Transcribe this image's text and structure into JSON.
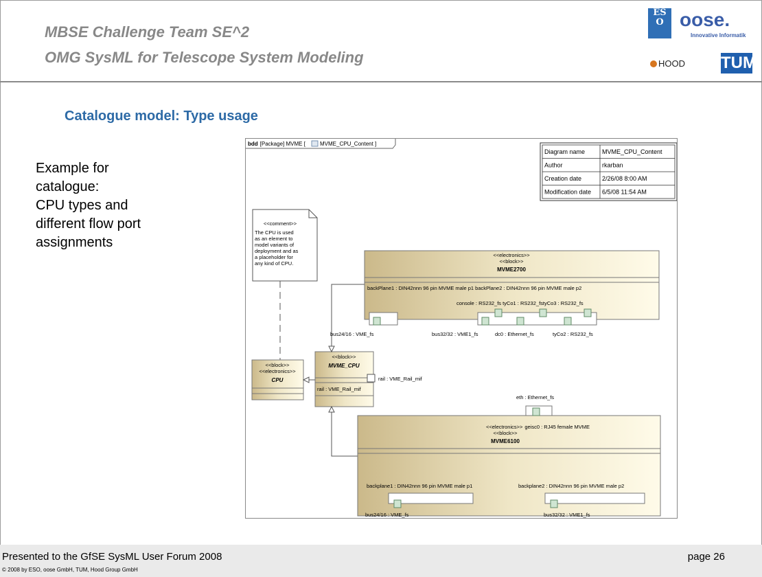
{
  "header": {
    "title_line1": "MBSE Challenge Team SE^2",
    "title_line2": "OMG SysML for Telescope System Modeling",
    "logos": {
      "eso": "ES O",
      "oose": "oose.",
      "oose_sub": "Innovative Informatik",
      "hood": "HOOD",
      "tum": "TUM"
    }
  },
  "section_title": "Catalogue model: Type usage",
  "left_text": [
    "Example for",
    "catalogue:",
    "CPU types and",
    "different flow port",
    "assignments"
  ],
  "diagram": {
    "frame_label_bold": "bdd",
    "frame_label_rest": "[Package] MVME [",
    "frame_label_name": "MVME_CPU_Content ]",
    "info_table": [
      [
        "Diagram name",
        "MVME_CPU_Content"
      ],
      [
        "Author",
        "rkarban"
      ],
      [
        "Creation date",
        "2/26/08 8:00 AM"
      ],
      [
        "Modification date",
        "6/5/08 11:54 AM"
      ]
    ],
    "comment": {
      "stereotype": "<<comment>>",
      "lines": [
        "The CPU is used",
        "as an element to",
        "model variants of",
        "deployment and as",
        "a placeholder for",
        "any kind of CPU."
      ]
    },
    "cpu": {
      "st1": "<<block>>",
      "st2": "<<electronics>>",
      "name": "CPU"
    },
    "mvme_cpu": {
      "st1": "<<block>>",
      "name": "MVME_CPU",
      "attr": "rail : VME_Rail_mif",
      "port": "rail : VME_Rail_mif"
    },
    "mvme2700": {
      "st1": "<<electronics>>",
      "st2": "<<block>>",
      "name": "MVME2700",
      "parts": "backPlane1 : DIN42nnn 96 pin MVME male p1  backPlane2 : DIN42nnn 96 pin MVME male p2",
      "ports_top": "console : RS232_fs tyCo1 : RS232_fstyCo3 : RS232_fs",
      "port_bus24": "bus24/16 : VME_fs",
      "port_bus32": "bus32/32 : VME1_fs",
      "port_dc0": "dc0 : Ethernet_fs",
      "port_tyco2": "tyCo2 : RS232_fs"
    },
    "mvme6100": {
      "st1": "<<electronics>>",
      "st1_tail": "geisc0 : RJ45 female MVME",
      "st2": "<<block>>",
      "name": "MVME6100",
      "port_eth": "eth : Ethernet_fs",
      "bp1": "backplane1 : DIN42nnn 96 pin MVME male p1",
      "bp2": "backplane2 : DIN42nnn 96 pin MVME male p2",
      "port_bus24": "bus24/16 : VME_fs",
      "port_bus32": "bus32/32 : VME1_fs"
    }
  },
  "footer": {
    "presented": "Presented to the GfSE SysML User Forum 2008",
    "copyright": "© 2008 by ESO, oose GmbH, TUM, Hood Group GmbH",
    "page": "page 26"
  }
}
